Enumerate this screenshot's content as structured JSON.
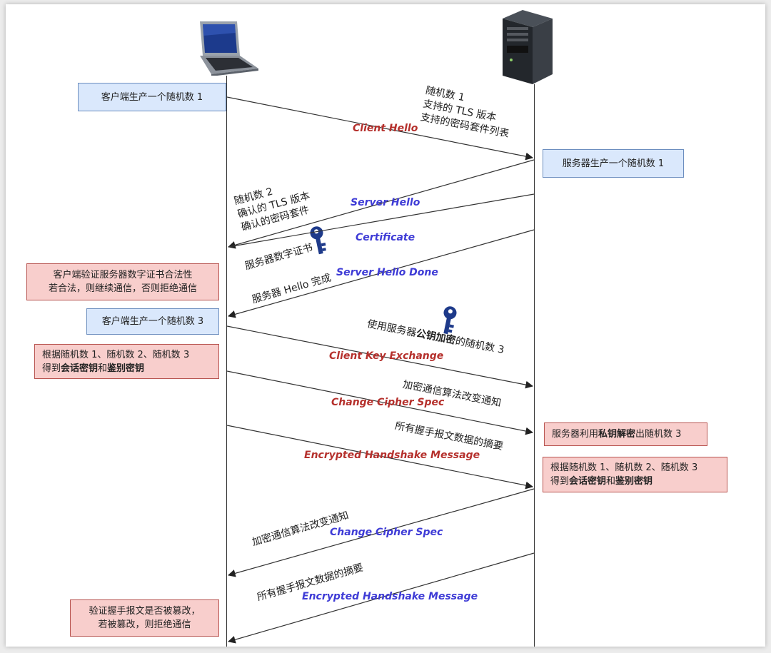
{
  "boxes": {
    "client_random1": "客户端生产一个随机数 1",
    "server_random1": "服务器生产一个随机数 1",
    "client_verify": [
      "客户端验证服务器数字证书合法性",
      "若合法，则继续通信，否则拒绝通信"
    ],
    "client_random3": "客户端生产一个随机数 3",
    "client_derive": {
      "line1": "根据随机数 1、随机数 2、随机数 3",
      "prefix": "得到",
      "key1": "会话密钥",
      "mid": "和",
      "key2": "鉴别密钥"
    },
    "server_decrypt": {
      "prefix": "服务器利用",
      "key": "私钥解密",
      "suffix": "出随机数 3"
    },
    "server_derive": {
      "line1": "根据随机数 1、随机数 2、随机数 3",
      "prefix": "得到",
      "key1": "会话密钥",
      "mid": "和",
      "key2": "鉴别密钥"
    },
    "client_check": [
      "验证握手报文是否被篡改，",
      "若被篡改，则拒绝通信"
    ]
  },
  "messages": {
    "client_hello": "Client Hello",
    "server_hello": "Server Hello",
    "certificate": "Certificate",
    "server_hello_done": "Server Hello Done",
    "client_key_exchange": "Client Key Exchange",
    "change_cipher_spec_client": "Change Cipher Spec",
    "encrypted_handshake_client": "Encrypted Handshake Message",
    "change_cipher_spec_server": "Change Cipher Spec",
    "encrypted_handshake_server": "Encrypted Handshake Message"
  },
  "notes": {
    "client_hello": [
      "随机数 1",
      "支持的 TLS 版本",
      "支持的密码套件列表"
    ],
    "server_hello": [
      "随机数 2",
      "确认的 TLS 版本",
      "确认的密码套件"
    ],
    "certificate": "服务器数字证书",
    "server_hello_done": "服务器 Hello 完成",
    "client_key_exchange": {
      "prefix": "使用服务器",
      "key": "公钥加密",
      "suffix": "的随机数 3"
    },
    "change_cipher_spec_client": "加密通信算法改变通知",
    "encrypted_handshake_client": "所有握手报文数据的摘要",
    "change_cipher_spec_server": "加密通信算法改变通知",
    "encrypted_handshake_server": "所有握手报文数据的摘要"
  },
  "icons": {
    "client": "laptop-icon",
    "server": "server-tower-icon",
    "certificate_key": "key-icon",
    "public_key": "key-icon"
  },
  "colors": {
    "blue_box_fill": "#dae8fc",
    "blue_box_border": "#6c8ebf",
    "red_box_fill": "#f8cecc",
    "red_box_border": "#b85450",
    "client_message": "#b5302c",
    "server_message": "#3e3bd6",
    "key_icon": "#1e3a8a"
  }
}
